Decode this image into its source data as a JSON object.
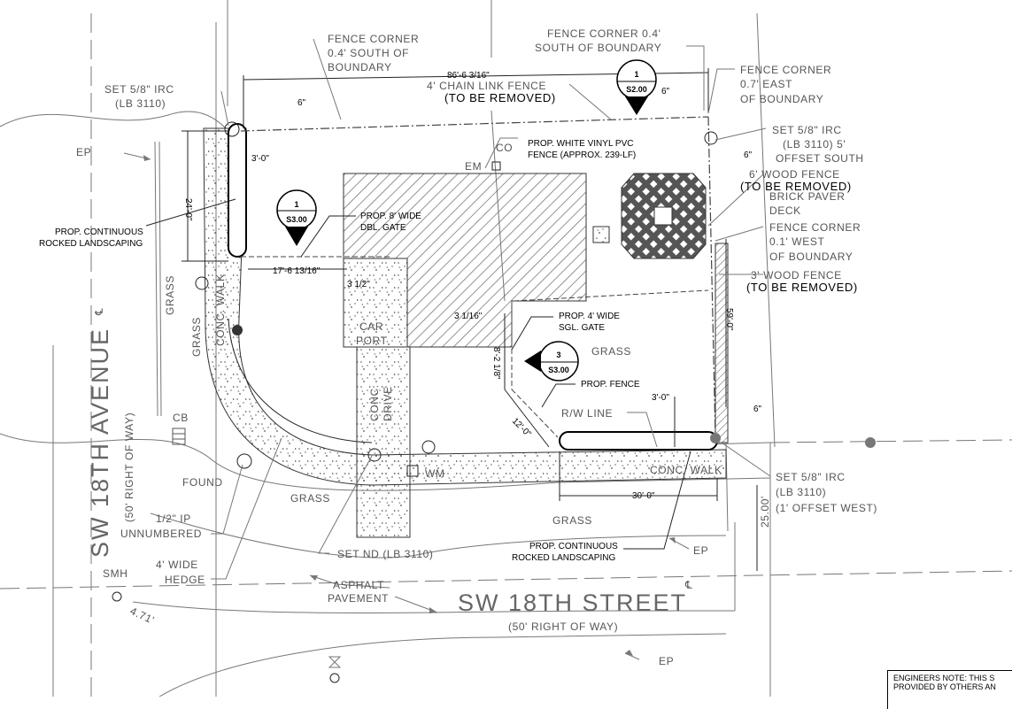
{
  "streets": {
    "street_name": "SW 18TH STREET",
    "street_row": "(50' RIGHT OF WAY)",
    "avenue_name": "SW 18TH AVENUE",
    "avenue_row": "(50' RIGHT OF WAY)"
  },
  "sheet_tags": [
    {
      "number": "1",
      "sheet": "S2.00"
    },
    {
      "number": "1",
      "sheet": "S3.00"
    },
    {
      "number": "3",
      "sheet": "S3.00"
    }
  ],
  "labels": {
    "fence_corner_04_south_left": [
      "FENCE CORNER",
      "0.4' SOUTH OF",
      "BOUNDARY"
    ],
    "fence_corner_04_south_right": [
      "FENCE CORNER 0.4'",
      "SOUTH OF BOUNDARY"
    ],
    "fence_corner_07_east": [
      "FENCE CORNER",
      "0.7' EAST",
      "OF BOUNDARY"
    ],
    "set_irc_nw": [
      "SET 5/8\" IRC",
      "(LB 3110)"
    ],
    "set_irc_ne": [
      "SET 5/8\" IRC",
      "(LB 3110) 5'",
      "OFFSET SOUTH"
    ],
    "set_irc_se": [
      "SET 5/8\" IRC",
      "(LB 3110)",
      "(1' OFFSET WEST)"
    ],
    "chain_link_fence": "4' CHAIN LINK FENCE",
    "to_be_removed": "(TO BE REMOVED)",
    "vinyl_fence": [
      "PROP. WHITE VINYL PVC",
      "FENCE (APPROX. 239-LF)"
    ],
    "wood_fence_6": "6' WOOD FENCE",
    "brick_paver": [
      "BRICK PAVER",
      "DECK"
    ],
    "fence_corner_01_west": [
      "FENCE CORNER",
      "0.1' WEST",
      "OF BOUNDARY"
    ],
    "wood_fence_3": "3' WOOD FENCE",
    "rocked_landscaping": [
      "PROP. CONTINUOUS",
      "ROCKED LANDSCAPING"
    ],
    "dbl_gate": [
      "PROP. 8' WIDE",
      "DBL. GATE"
    ],
    "sgl_gate": [
      "PROP. 4' WIDE",
      "SGL. GATE"
    ],
    "prop_fence": "PROP. FENCE",
    "rw_line": "R/W LINE",
    "found_ip": [
      "FOUND",
      "1/2\" IP",
      "UNNUMBERED"
    ],
    "hedge": [
      "4' WIDE",
      "HEDGE"
    ],
    "set_nd": "SET ND (LB 3110)",
    "asphalt": [
      "ASPHALT",
      "PAVEMENT"
    ],
    "ep": "EP",
    "grass": "GRASS",
    "conc_walk": "CONC. WALK",
    "car_port": [
      "CAR",
      "PORT"
    ],
    "conc_drive": [
      "CONC.",
      "DRIVE"
    ],
    "co": "CO",
    "em": "EM",
    "wm": "WM",
    "cb": "CB",
    "smh": "SMH",
    "centerline": "℄"
  },
  "dimensions": {
    "top": "86'-6 3/16\"",
    "six": "6\"",
    "three_ft": "3'-0\"",
    "twenty_four": "24'-0\"",
    "seventeen": "17'-6 13/16\"",
    "three_half": "3 1/2\"",
    "three_sixteenth": "3 1/16\"",
    "eight_two": "8'-2 1/8\"",
    "twelve": "12'-0\"",
    "fifty_nine": "59'-0\"",
    "thirty": "30'-0\"",
    "twenty_five": "25.00'",
    "four_seventy_one": "4.71'"
  },
  "engineers_note": [
    "ENGINEERS NOTE: THIS S",
    "PROVIDED BY OTHERS AN"
  ]
}
